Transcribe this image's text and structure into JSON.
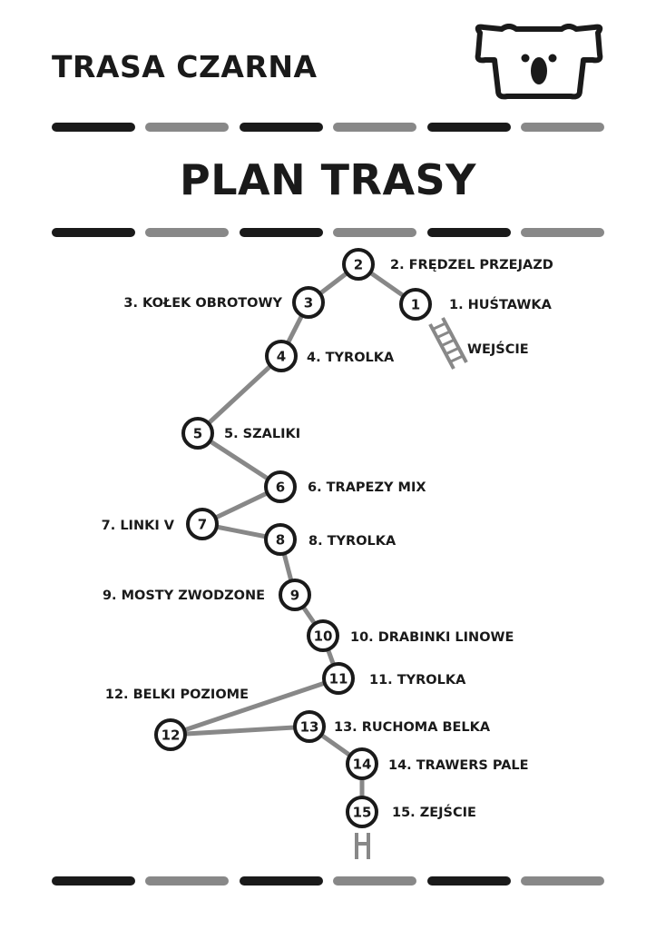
{
  "header": {
    "route_name": "TRASA CZARNA",
    "plan_title": "PLAN TRASY"
  },
  "logo": {
    "icon": "koala-head-icon"
  },
  "colors": {
    "dark": "#1a1a1a",
    "gray": "#888888",
    "background": "#ffffff"
  },
  "entrance": {
    "label": "WEJŚCIE",
    "icon": "ladder-icon"
  },
  "exit_marker": {
    "icon": "exit-ladder-icon"
  },
  "stations": [
    {
      "num": "1",
      "label": "1. HUŚTAWKA"
    },
    {
      "num": "2",
      "label": "2. FRĘDZEL PRZEJAZD"
    },
    {
      "num": "3",
      "label": "3. KOŁEK OBROTOWY"
    },
    {
      "num": "4",
      "label": "4. TYROLKA"
    },
    {
      "num": "5",
      "label": "5. SZALIKI"
    },
    {
      "num": "6",
      "label": "6. TRAPEZY MIX"
    },
    {
      "num": "7",
      "label": "7. LINKI V"
    },
    {
      "num": "8",
      "label": "8. TYROLKA"
    },
    {
      "num": "9",
      "label": "9. MOSTY ZWODZONE"
    },
    {
      "num": "10",
      "label": "10. DRABINKI LINOWE"
    },
    {
      "num": "11",
      "label": "11. TYROLKA"
    },
    {
      "num": "12",
      "label": "12. BELKI POZIOME"
    },
    {
      "num": "13",
      "label": "13. RUCHOMA BELKA"
    },
    {
      "num": "14",
      "label": "14. TRAWERS PALE"
    },
    {
      "num": "15",
      "label": "15. ZEJŚCIE"
    }
  ]
}
